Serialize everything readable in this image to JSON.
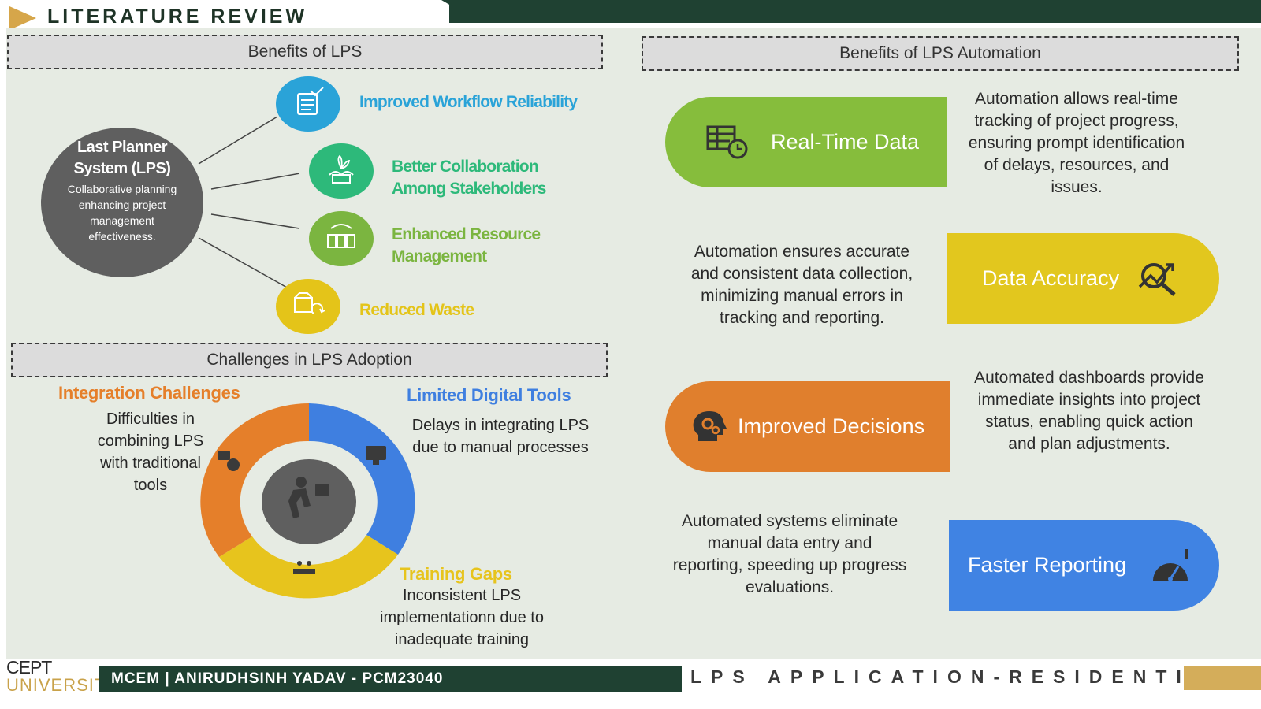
{
  "header": {
    "section_title": "LITERATURE REVIEW"
  },
  "benefits_lps": {
    "heading": "Benefits of LPS",
    "hub": {
      "title_line1": "Last Planner",
      "title_line2": "System (LPS)",
      "description": "Collaborative planning enhancing project management effectiveness."
    },
    "items": [
      {
        "line1": "Improved Workflow Reliability",
        "line2": "",
        "color": "#2aa3d8",
        "icon": "workflow-icon"
      },
      {
        "line1": "Better Collaboration",
        "line2": "Among Stakeholders",
        "color": "#2db97a",
        "icon": "collaboration-icon"
      },
      {
        "line1": "Enhanced Resource",
        "line2": "Management",
        "color": "#7bb540",
        "icon": "resource-icon"
      },
      {
        "line1": "Reduced Waste",
        "line2": "",
        "color": "#e4c419",
        "icon": "recycle-icon"
      }
    ]
  },
  "challenges": {
    "heading": "Challenges in LPS Adoption",
    "integration": {
      "title": "Integration Challenges",
      "lines": [
        "Difficulties in",
        "combining LPS",
        "with traditional",
        "tools"
      ],
      "color": "#e57f2a"
    },
    "digital": {
      "title": "Limited Digital Tools",
      "lines": [
        "Delays in integrating LPS",
        "due to manual processes"
      ],
      "color": "#3f7fe0"
    },
    "training": {
      "title": "Training Gaps",
      "lines": [
        "Inconsistent LPS",
        "implementationn due to",
        "inadequate training"
      ],
      "color": "#e7c41d"
    }
  },
  "automation": {
    "heading": "Benefits of LPS Automation",
    "items": [
      {
        "label": "Real-Time Data",
        "color": "#86bd3c",
        "icon": "spreadsheet-clock-icon",
        "desc": [
          "Automation allows real-time",
          "tracking of project progress,",
          "ensuring prompt identification",
          "of delays, resources, and",
          "issues."
        ]
      },
      {
        "label": "Data Accuracy",
        "color": "#e2c71e",
        "icon": "analytics-search-icon",
        "desc": [
          "Automation ensures accurate",
          "and consistent data collection,",
          "minimizing manual errors in",
          "tracking and reporting."
        ]
      },
      {
        "label": "Improved Decisions",
        "color": "#e07f2d",
        "icon": "brain-gears-icon",
        "desc": [
          "Automated dashboards provide",
          "immediate insights into project",
          "status, enabling quick action",
          "and plan adjustments."
        ]
      },
      {
        "label": "Faster Reporting",
        "color": "#4083e3",
        "icon": "speedometer-icon",
        "desc": [
          "Automated systems eliminate",
          "manual data entry and",
          "reporting, speeding up progress",
          "evaluations."
        ]
      }
    ]
  },
  "footer": {
    "logo_line1": "CEPT",
    "logo_line2": "UNIVERSITY",
    "author": "MCEM  | ANIRUDHSINH YADAV - PCM23040",
    "project": "LPS APPLICATION-RESIDENTIAL"
  }
}
